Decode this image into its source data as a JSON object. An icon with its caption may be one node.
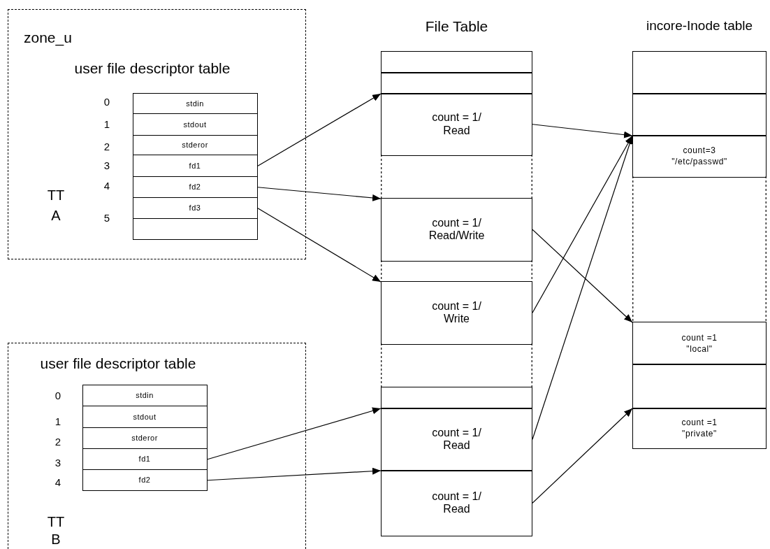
{
  "diagram": {
    "nodes": [
      {
        "text": [
          "zone_u"
        ]
      },
      {
        "text": [
          "user file descriptor table"
        ],
        "in": 0
      },
      {
        "text": [
          "stdin"
        ],
        "in": 1
      },
      {
        "text": [
          "stdout"
        ],
        "in": 1
      },
      {
        "text": [
          "stderor"
        ],
        "in": 1
      },
      {
        "text": [
          "fd1"
        ],
        "in": 1
      },
      {
        "text": [
          "fd2"
        ],
        "in": 1
      },
      {
        "text": [
          "fd3"
        ],
        "in": 1
      },
      {
        "text": [],
        "shape": "box",
        "in": 1
      },
      {
        "text": [],
        "shape": "box"
      },
      {
        "text": [
          "user file descriptor table"
        ],
        "in": 9
      },
      {
        "text": [
          "stdin"
        ],
        "in": 10
      },
      {
        "text": [
          "stdout"
        ],
        "in": 10
      },
      {
        "text": [
          "stderor"
        ],
        "in": 10
      },
      {
        "text": [
          "fd1"
        ],
        "in": 10
      },
      {
        "text": [
          "fd2"
        ],
        "in": 10
      },
      {
        "text": [
          "File Table"
        ]
      },
      {
        "text": [],
        "shape": "box",
        "in": 16
      },
      {
        "text": [],
        "shape": "box",
        "in": 16
      },
      {
        "text": [
          "count = 1/ Read"
        ],
        "in": 16
      },
      {
        "text": [
          "count = 1/ Read/Write"
        ],
        "in": 16
      },
      {
        "text": [
          "count = 1/ Write"
        ],
        "in": 16
      },
      {
        "text": [],
        "shape": "box",
        "in": 16
      },
      {
        "text": [
          "count = 1/ Read"
        ],
        "in": 16
      },
      {
        "text": [
          "count = 1/ Read"
        ],
        "in": 16
      },
      {
        "text": [
          "incore-Inode table"
        ]
      },
      {
        "text": [],
        "shape": "box",
        "in": 25
      },
      {
        "text": [],
        "shape": "box",
        "in": 25
      },
      {
        "text": [
          "count=3 \"/etc/passwd\""
        ],
        "in": 25
      },
      {
        "text": [
          "count =1 \"local\""
        ],
        "in": 25
      },
      {
        "text": [],
        "shape": "box",
        "in": 25
      },
      {
        "text": [
          "count =1 \"private\""
        ],
        "in": 25
      }
    ],
    "edges": [
      {
        "from": 5,
        "to": 19,
        "arrow": "to"
      },
      {
        "from": 6,
        "to": 20,
        "arrow": "to"
      },
      {
        "from": 7,
        "to": 21,
        "arrow": "to"
      },
      {
        "from": 14,
        "to": 23,
        "arrow": "to"
      },
      {
        "from": 15,
        "to": 24,
        "arrow": "to"
      },
      {
        "from": 19,
        "to": 28,
        "arrow": "to"
      },
      {
        "from": 20,
        "to": 29,
        "arrow": "to"
      },
      {
        "from": 21,
        "to": 28,
        "arrow": "to"
      },
      {
        "from": 23,
        "to": 28,
        "arrow": "to"
      },
      {
        "from": 24,
        "to": 31,
        "arrow": "to"
      }
    ],
    "labels": [
      "0",
      "1",
      "2",
      "3",
      "4",
      "TT",
      "A",
      "5",
      "0",
      "1",
      "2",
      "3",
      "4",
      "TT",
      "B"
    ]
  }
}
